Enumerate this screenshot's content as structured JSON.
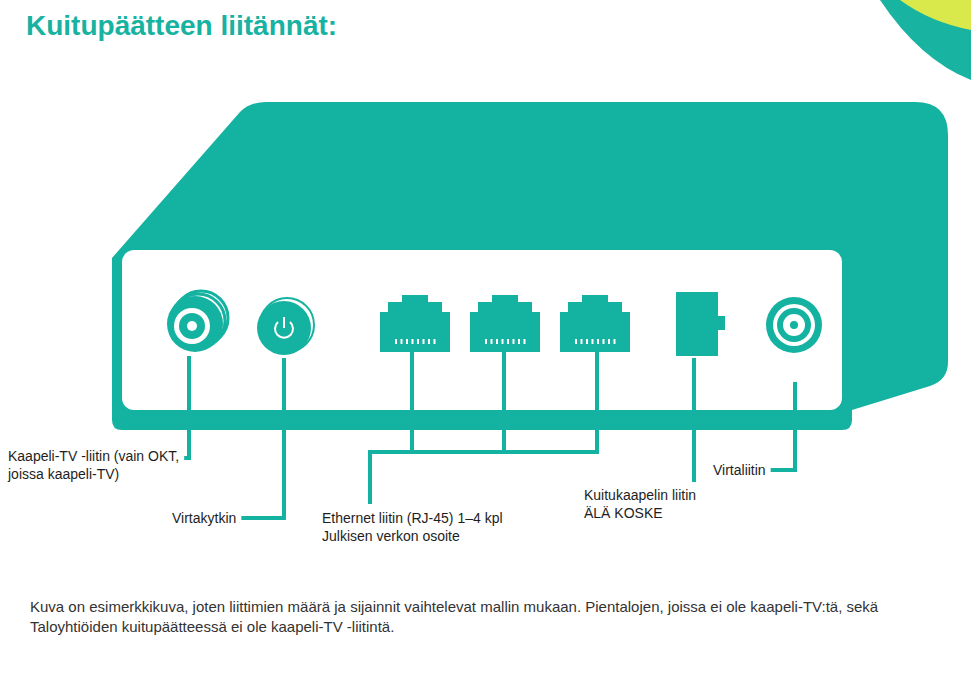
{
  "diagram": {
    "title": "Kuitupäätteen liitännät:",
    "labels": [
      "Kaapeli-TV -liitin (vain OKT, joissa kaapeli-TV)",
      "Virtakytkin",
      "Ethernet liitin (RJ-45) 1–4 kpl Julkisen verkon osoite",
      "Kuitukaapelin liitin ÄLÄ KOSKE",
      "Virtaliitin"
    ],
    "caption": "Kuva on esimerkkikuva, joten liittimien määrä ja sijainnit vaihtelevat mallin mukaan. Pientalojen, joissa ei ole kaapeli-TV:tä, sekä Taloyhtiöiden kuitupäätteessä ei ole kaapeli-TV -liitintä."
  }
}
